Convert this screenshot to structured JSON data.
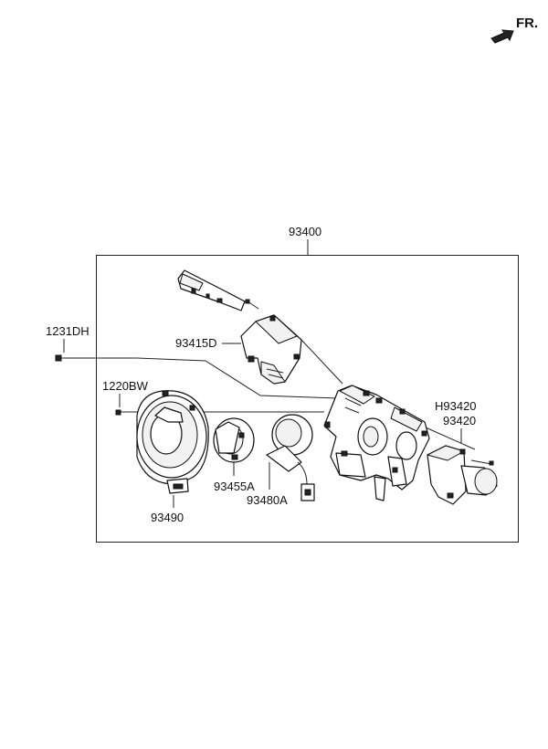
{
  "direction_label": "FR.",
  "icons": {
    "direction_arrow": "forward-arrow-icon"
  },
  "assembly": {
    "label": "93400"
  },
  "parts": {
    "p1231DH": "1231DH",
    "p93415D": "93415D",
    "p1220BW": "1220BW",
    "pH93420": "H93420",
    "p93420": "93420",
    "p93455A": "93455A",
    "p93480A": "93480A",
    "p93490": "93490"
  }
}
